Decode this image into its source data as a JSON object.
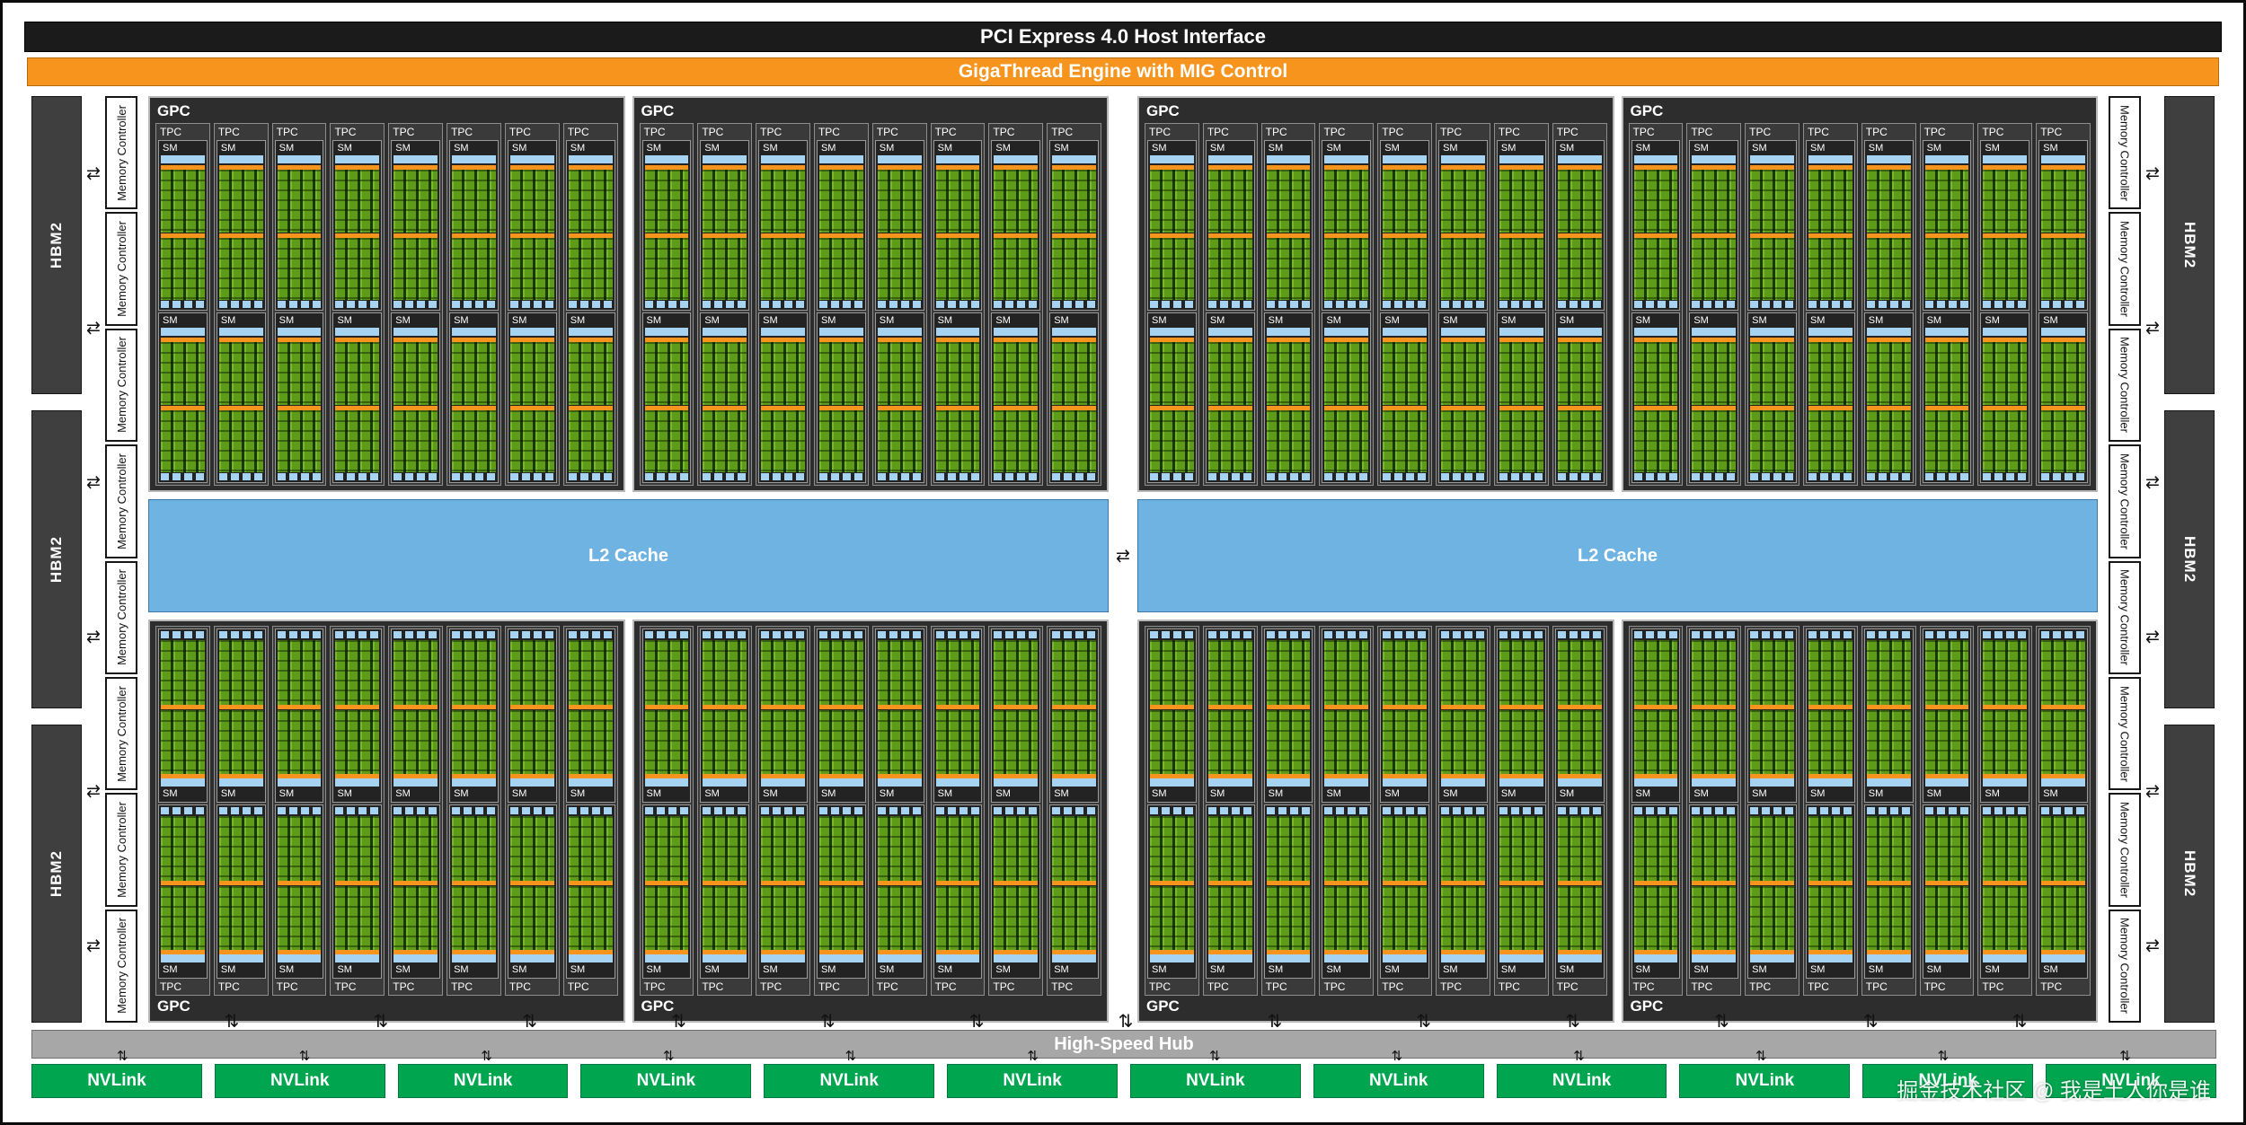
{
  "diagram": {
    "pci_label": "PCI Express 4.0 Host Interface",
    "gigathread_label": "GigaThread Engine with MIG Control",
    "l2_label": "L2 Cache",
    "hub_label": "High-Speed Hub",
    "nvlink_label": "NVLink",
    "gpc_label": "GPC",
    "tpc_label": "TPC",
    "sm_label": "SM",
    "hbm_label": "HBM2",
    "mc_label": "Memory Controller",
    "counts": {
      "gpc_rows": 2,
      "gpc_per_row": 4,
      "tpc_per_gpc": 8,
      "sm_per_tpc": 2,
      "hbm_per_side": 3,
      "arrows_per_hbm": 2,
      "mc_per_side": 8,
      "nvlink": 12,
      "l2_blocks": 2,
      "hub_arrows": 13
    },
    "icons": {
      "horizontal_arrow": "⇄",
      "vertical_arrow": "⇅"
    },
    "colors": {
      "pci_bar": "#1b1b1b",
      "gigathread": "#f7941d",
      "l2": "#6fb3e2",
      "hub": "#a7a7a7",
      "nvlink": "#00a550",
      "gpc_bg": "#2d2d2d",
      "hbm": "#3f3f3f",
      "sm_green": "#5e9b19",
      "sm_blue": "#a6d3f1",
      "sm_orange": "#f7941d"
    }
  },
  "watermark": {
    "text": "掘金技术社区 @ 我是土人你是谁"
  }
}
